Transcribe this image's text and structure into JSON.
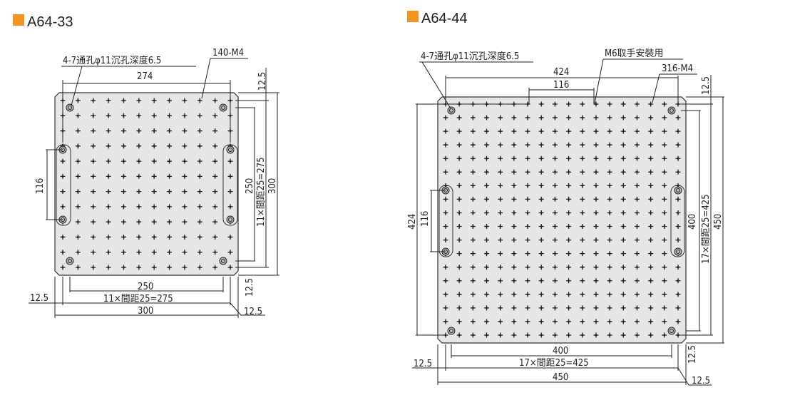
{
  "accent_color": "#f39324",
  "left": {
    "title": "A64-33",
    "note_holes": "4-7通孔φ11沉孔深度6.5",
    "note_tap": "140-M4",
    "dim_top": "274",
    "dim_top_margin": "12.5",
    "dim_v_inner": "250",
    "dim_v_pitch": "11×間距25=275",
    "dim_v_total": "300",
    "dim_slot": "116",
    "dim_bottom_inner": "250",
    "dim_bottom_pitch": "11×間距25=275",
    "dim_bottom_total": "300",
    "dim_left_margin": "12.5",
    "dim_right_margin": "12.5",
    "dim_bottom_margin": "12.5",
    "grid": 12
  },
  "right": {
    "title": "A64-44",
    "note_holes": "4-7通孔φ11沉孔深度6.5",
    "note_handle": "M6取手安裝用",
    "note_tap": "316-M4",
    "dim_top": "424",
    "dim_handle": "116",
    "dim_top_margin": "12.5",
    "dim_v_inner": "400",
    "dim_v_pitch": "17×間距25=425",
    "dim_v_total": "450",
    "dim_left_total": "424",
    "dim_slot": "116",
    "dim_bottom_inner": "400",
    "dim_bottom_pitch": "17×間距25=425",
    "dim_bottom_total": "450",
    "dim_left_margin": "12.5",
    "dim_right_margin": "12.5",
    "dim_bottom_margin": "12.5",
    "grid": 18
  }
}
